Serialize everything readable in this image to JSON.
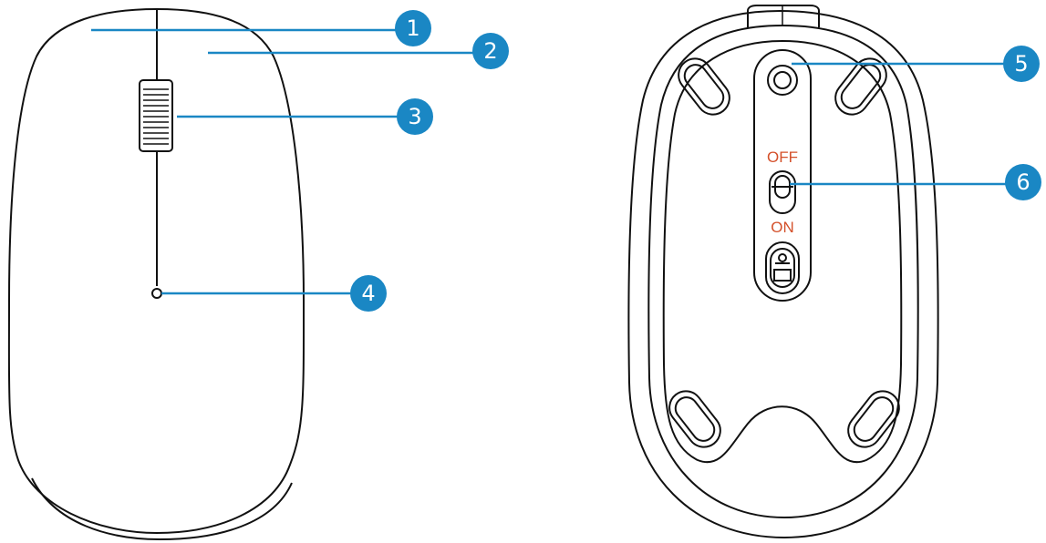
{
  "colors": {
    "outline": "#111111",
    "callout": "#1a87c4",
    "switch_label": "#d4502a",
    "background": "#ffffff"
  },
  "callouts": [
    {
      "number": "1",
      "target": "left-button"
    },
    {
      "number": "2",
      "target": "right-button"
    },
    {
      "number": "3",
      "target": "scroll-wheel"
    },
    {
      "number": "4",
      "target": "indicator-light"
    },
    {
      "number": "5",
      "target": "optical-sensor"
    },
    {
      "number": "6",
      "target": "power-switch"
    }
  ],
  "power_switch": {
    "off_label": "OFF",
    "on_label": "ON"
  }
}
